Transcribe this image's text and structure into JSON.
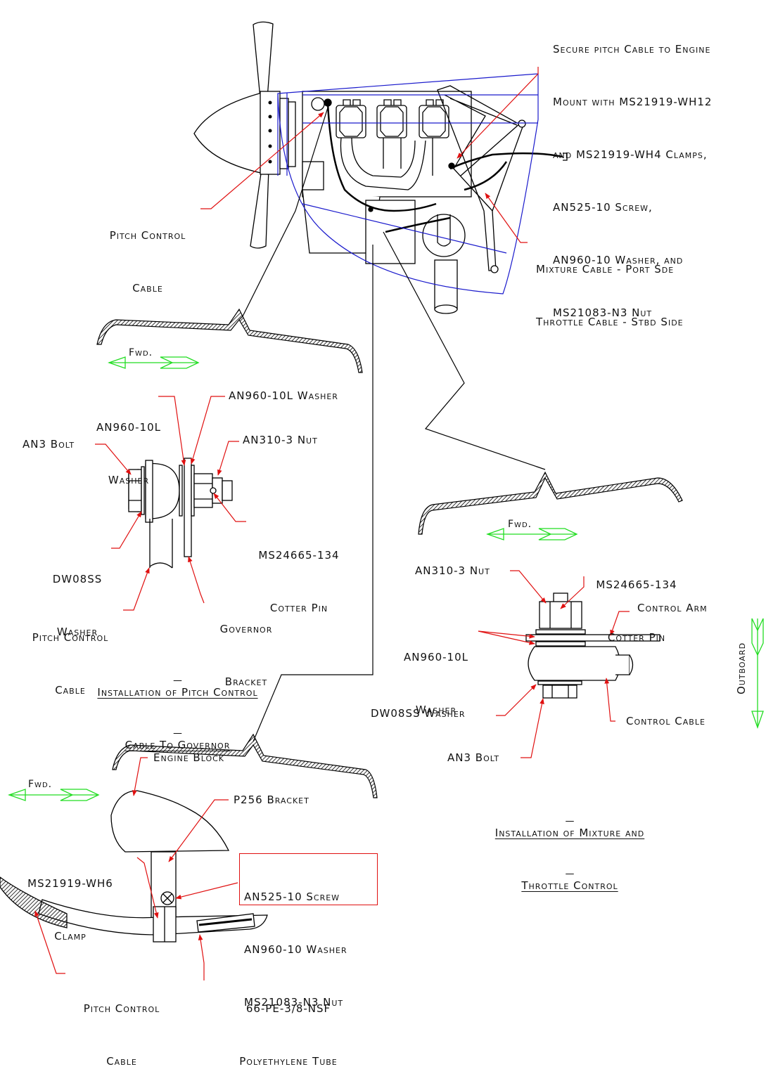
{
  "top_view": {
    "note_secure": [
      "Secure pitch Cable to Engine",
      "Mount with MS21919-WH12",
      "and MS21919-WH4 Clamps,",
      "AN525-10 Screw,",
      "AN960-10 Washer, and",
      "MS21083-N3 Nut"
    ],
    "pitch_control_cable": [
      "Pitch Control",
      "Cable"
    ],
    "mixture_throttle": [
      "Mixture Cable - Port Sde",
      "Throttle Cable - Stbd Side"
    ]
  },
  "detail_governor": {
    "fwd": "Fwd.",
    "an960_washer_left": [
      "AN960-10L",
      "Washer"
    ],
    "an960_washer_right": "AN960-10L Washer",
    "an3_bolt": "AN3 Bolt",
    "an310_nut": "AN310-3 Nut",
    "cotter_pin": [
      "MS24665-134",
      "Cotter Pin"
    ],
    "dw08ss_washer": [
      "DW08SS",
      "Washer"
    ],
    "pitch_control_cable": [
      "Pitch Control",
      "Cable"
    ],
    "governor_bracket": [
      "Governor",
      "Bracket"
    ],
    "caption": [
      "Installation of Pitch Control",
      "Cable To Governor"
    ]
  },
  "detail_mixture": {
    "fwd": "Fwd.",
    "an310_nut": "AN310-3 Nut",
    "cotter_pin": [
      "MS24665-134",
      "Cotter Pin"
    ],
    "control_arm": "Control Arm",
    "an960_washer": [
      "AN960-10L",
      "Washer"
    ],
    "outboard": "Outboard",
    "dw08ss_washer": "DW08SS Washer",
    "control_cable": "Control Cable",
    "an3_bolt": "AN3 Bolt",
    "caption": [
      "Installation of Mixture and",
      "Throttle Control"
    ]
  },
  "detail_bracket": {
    "fwd": "Fwd.",
    "engine_block": "Engine Block",
    "p256_bracket": "P256 Bracket",
    "clamp": [
      "MS21919-WH6",
      "Clamp"
    ],
    "hardware_box": [
      "AN525-10 Screw",
      "AN960-10 Washer",
      "MS21083-N3 Nut"
    ],
    "pitch_control_cable": [
      "Pitch Control",
      "Cable"
    ],
    "poly_tube": [
      "66-PE-3/8-NSF",
      "Polyethylene Tube"
    ]
  },
  "colors": {
    "leader": "#e01010",
    "cowl_outline": "#1a1acc",
    "fwd_arrow": "#22dd22",
    "ink": "#111111"
  }
}
